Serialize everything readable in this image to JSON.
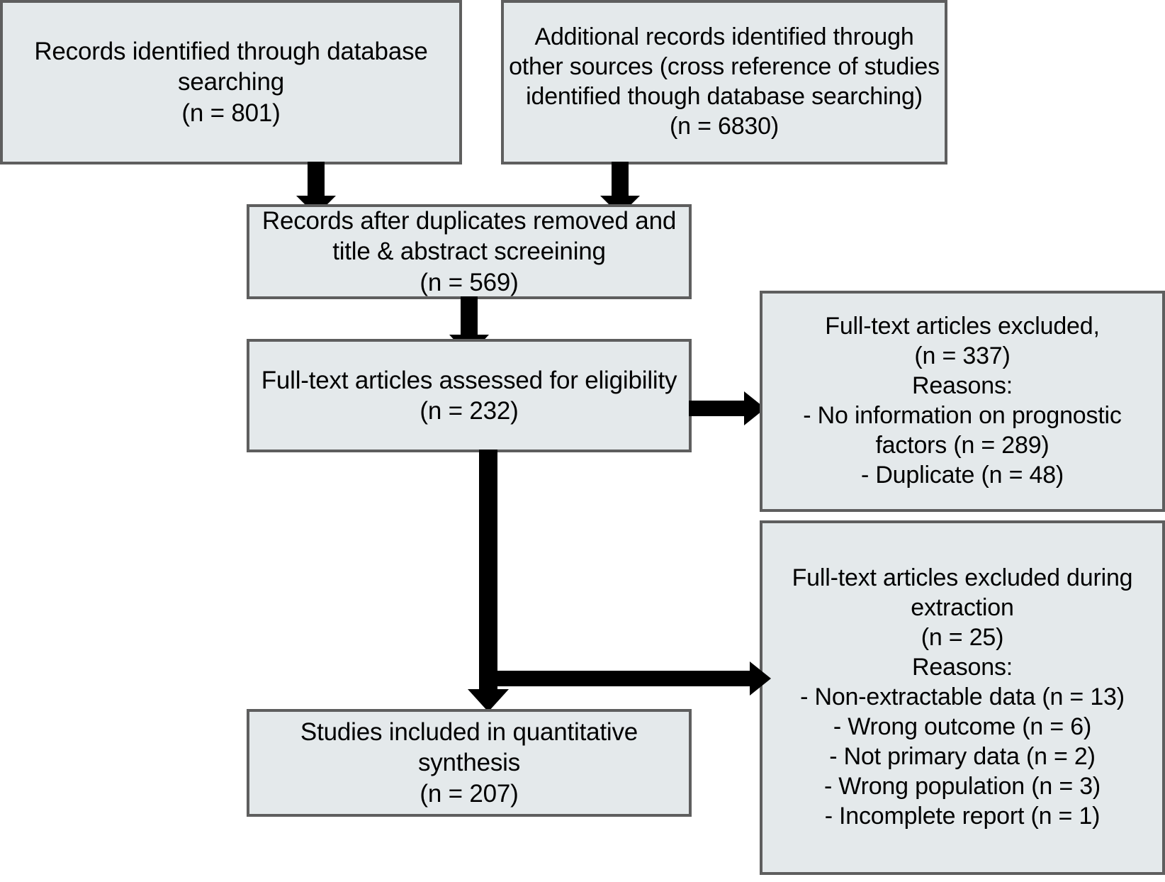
{
  "diagram": {
    "title": "PRISMA study selection flow diagram",
    "box_fill": "#e4e9eb",
    "box_border": "#5e5e5e",
    "arrow_color": "#000000",
    "background": "#ffffff"
  },
  "boxes": {
    "database_search": {
      "text": "Records identified through database searching\n(n = 801)"
    },
    "other_sources": {
      "text": "Additional records identified through other sources (cross reference of studies identified though database searching)\n(n = 6830)"
    },
    "after_duplicates": {
      "text": "Records after duplicates removed and title & abstract screeining\n(n = 569)"
    },
    "eligibility": {
      "text": "Full-text articles assessed for eligibility\n(n =  232)"
    },
    "excluded_fulltext": {
      "text": "Full-text articles excluded,\n(n = 337)\nReasons:\n- No information on prognostic factors (n = 289)\n- Duplicate (n = 48)"
    },
    "excluded_extraction": {
      "text": "Full-text articles excluded during extraction\n(n = 25)\nReasons:\n- Non-extractable data (n = 13)\n- Wrong outcome (n = 6)\n- Not primary data (n = 2)\n- Wrong population (n = 3)\n- Incomplete report (n = 1)"
    },
    "included": {
      "text": "Studies included in quantitative synthesis\n(n =  207)"
    }
  },
  "flow_data": {
    "type": "flowchart",
    "identification": [
      {
        "label": "Records identified through database searching",
        "n": 801
      },
      {
        "label": "Additional records identified through other sources (cross reference of studies identified though database searching)",
        "n": 6830
      }
    ],
    "screening": [
      {
        "label": "Records after duplicates removed and title & abstract screeining",
        "n": 569
      }
    ],
    "eligibility": [
      {
        "label": "Full-text articles assessed for eligibility",
        "n": 232
      }
    ],
    "exclusions": [
      {
        "label": "Full-text articles excluded,",
        "n": 337,
        "reasons": [
          {
            "label": "No information on prognostic factors",
            "n": 289
          },
          {
            "label": "Duplicate",
            "n": 48
          }
        ]
      },
      {
        "label": "Full-text articles excluded during extraction",
        "n": 25,
        "reasons": [
          {
            "label": "Non-extractable data",
            "n": 13
          },
          {
            "label": "Wrong outcome",
            "n": 6
          },
          {
            "label": "Not primary data",
            "n": 2
          },
          {
            "label": "Wrong population",
            "n": 3
          },
          {
            "label": "Incomplete report",
            "n": 1
          }
        ]
      }
    ],
    "included": [
      {
        "label": "Studies included in quantitative synthesis",
        "n": 207
      }
    ]
  },
  "connectors": {
    "db_to_dedup": "arrow-down",
    "other_to_dedup": "arrow-down",
    "dedup_to_eligibility": "arrow-down",
    "eligibility_to_excluded": "arrow-right",
    "eligibility_to_extraction": "elbow-arrow-right",
    "eligibility_to_included": "arrow-down"
  }
}
